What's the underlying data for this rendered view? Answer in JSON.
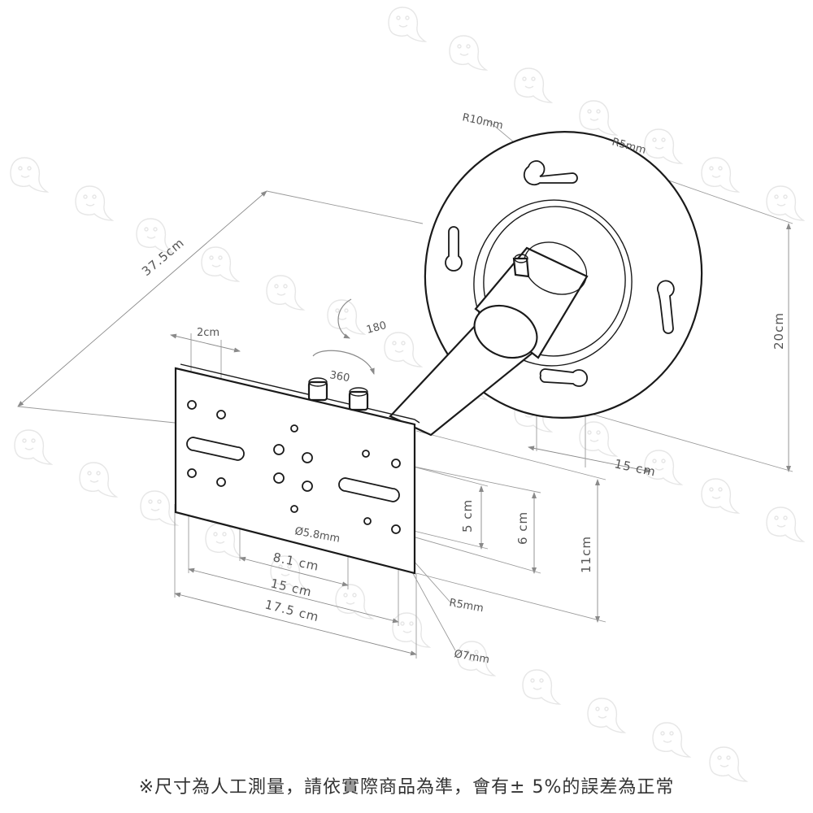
{
  "labels": {
    "overall_length": "37.5cm",
    "r10": "R10mm",
    "r5_top": "R5mm",
    "disc_height": "20cm",
    "disc_offset": "15 cm",
    "rot_180": "180",
    "rot_360": "360",
    "slot_width": "2cm",
    "hole_spacing_5": "5 cm",
    "hole_spacing_6": "6 cm",
    "plate_height": "11cm",
    "hole_dia_58": "Ø5.8mm",
    "spacing_81": "8.1 cm",
    "spacing_15": "15 cm",
    "plate_width": "17.5 cm",
    "r5_bottom": "R5mm",
    "hole_dia_7": "Ø7mm"
  },
  "note": "※尺寸為人工測量，請依實際商品為準，會有± 5%的誤差為正常",
  "icons": {
    "watermark": "ghost-watermark-icon",
    "rotation": "rotation-arrow-icon"
  },
  "colors": {
    "outline": "#1a1a1a",
    "dimension": "#9a9a9a",
    "text": "#555555",
    "watermark": "#e6e6e6"
  }
}
